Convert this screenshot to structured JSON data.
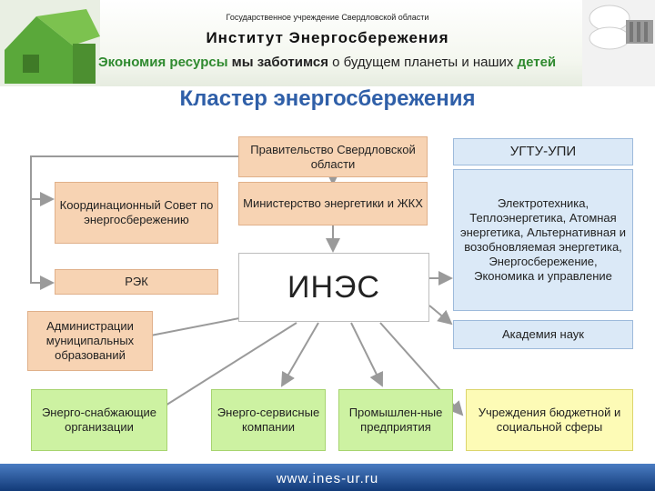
{
  "header": {
    "institution_small": "Государственное учреждение Свердловской области",
    "institution_big": "Институт Энергосбережения",
    "slogan_green": "Экономия ресурсы",
    "slogan_mid": " мы заботимся ",
    "slogan_normal": "о будущем планеты и наших ",
    "slogan_end": " детей"
  },
  "diagram": {
    "title": "Кластер энергосбережения",
    "government": "Правительство Свердловской области",
    "ministry": "Министерство энергетики и ЖКХ",
    "ines": "ИНЭС",
    "coord_council": "Координационный Совет по энергосбережению",
    "rek": "РЭК",
    "municipal": "Администрации муниципальных образований",
    "ustu": "УГТУ-УПИ",
    "ustu_fields": "Электротехника, Теплоэнергетика, Атомная энергетика, Альтернативная и возобновляемая энергетика, Энергосбережение, Экономика и управление",
    "academy": "Академия наук",
    "energy_supply": "Энерго-снабжающие организации",
    "energy_service": "Энерго-сервисные компании",
    "industry": "Промышлен-ные предприятия",
    "budget": "Учреждения бюджетной и социальной сферы"
  },
  "footer": {
    "url": "www.ines-ur.ru"
  },
  "colors": {
    "orange_box": "#f7d3b3",
    "blue_box": "#dbe9f7",
    "green_box": "#cdf2a2",
    "yellow_box": "#fdfbb6",
    "title": "#2f5fa8"
  }
}
